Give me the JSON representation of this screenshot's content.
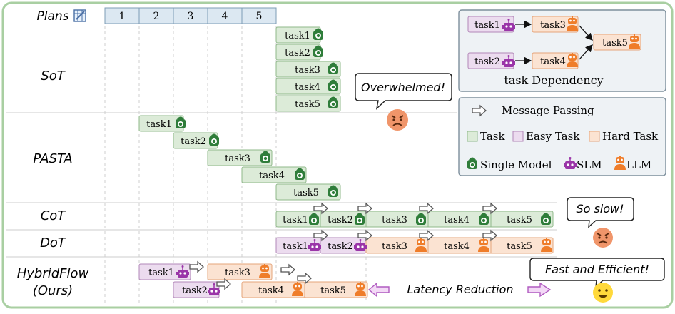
{
  "rows": {
    "plans": "Plans",
    "sot": "SoT",
    "pasta": "PASTA",
    "cot": "CoT",
    "dot": "DoT",
    "hybrid_line1": "HybridFlow",
    "hybrid_line2": "(Ours)"
  },
  "plan_numbers": [
    "1",
    "2",
    "3",
    "4",
    "5"
  ],
  "tasks": [
    "task1",
    "task2",
    "task3",
    "task4",
    "task5"
  ],
  "bubbles": {
    "sot": "Overwhelmed!",
    "cot": "So slow!",
    "hybrid": "Fast and Efficient!"
  },
  "latency_label": "Latency  Reduction",
  "dependency_caption": "task Dependency",
  "legend": {
    "message_passing": "Message Passing",
    "task": "Task",
    "easy_task": "Easy Task",
    "hard_task": "Hard Task",
    "single_model": "Single Model",
    "slm": "SLM",
    "llm": "LLM"
  },
  "colors": {
    "frame": "#a9cfa2",
    "task_fill": "#dcebd8",
    "task_stroke": "#8fb88a",
    "easy_fill": "#ecdcef",
    "easy_stroke": "#b287b8",
    "hard_fill": "#fbe3d2",
    "hard_stroke": "#e5a47a",
    "single_model": "#2f7d3a",
    "slm": "#9a35a8",
    "llm": "#ef7d2a",
    "face_angry": "#f0956a",
    "face_happy": "#ffd93b"
  }
}
